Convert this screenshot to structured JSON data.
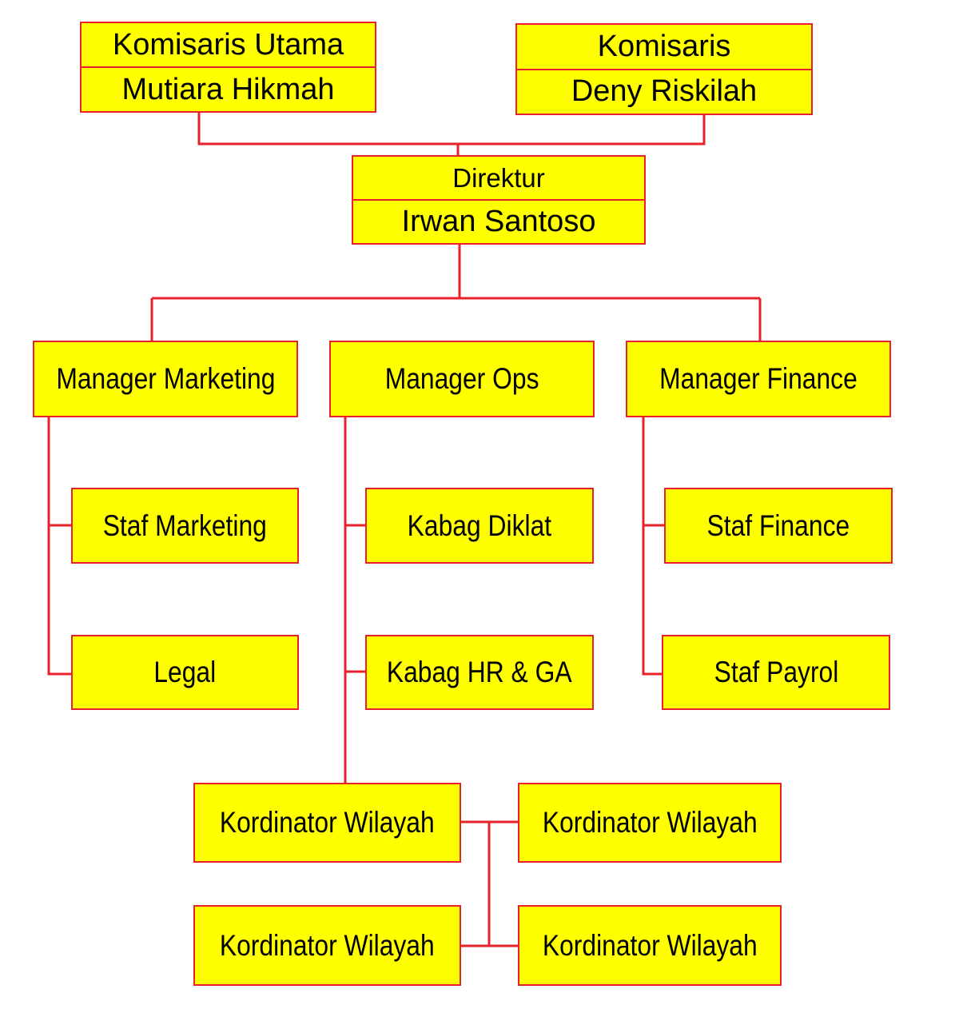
{
  "colors": {
    "box_fill": "#ffff00",
    "border": "#e8212a",
    "line": "#e8212a",
    "text": "#000000"
  },
  "komisaris_utama": {
    "title": "Komisaris Utama",
    "name": "Mutiara Hikmah"
  },
  "komisaris": {
    "title": "Komisaris",
    "name": "Deny Riskilah"
  },
  "direktur": {
    "title": "Direktur",
    "name": "Irwan Santoso"
  },
  "managers": {
    "marketing": "Manager Marketing",
    "ops": "Manager Ops",
    "finance": "Manager Finance"
  },
  "marketing_staff": {
    "staf": "Staf Marketing",
    "legal": "Legal"
  },
  "ops_staff": {
    "diklat": "Kabag Diklat",
    "hrga": "Kabag HR & GA"
  },
  "finance_staff": {
    "staf": "Staf Finance",
    "payrol": "Staf Payrol"
  },
  "kordinator": [
    "Kordinator Wilayah",
    "Kordinator Wilayah",
    "Kordinator Wilayah",
    "Kordinator Wilayah"
  ]
}
